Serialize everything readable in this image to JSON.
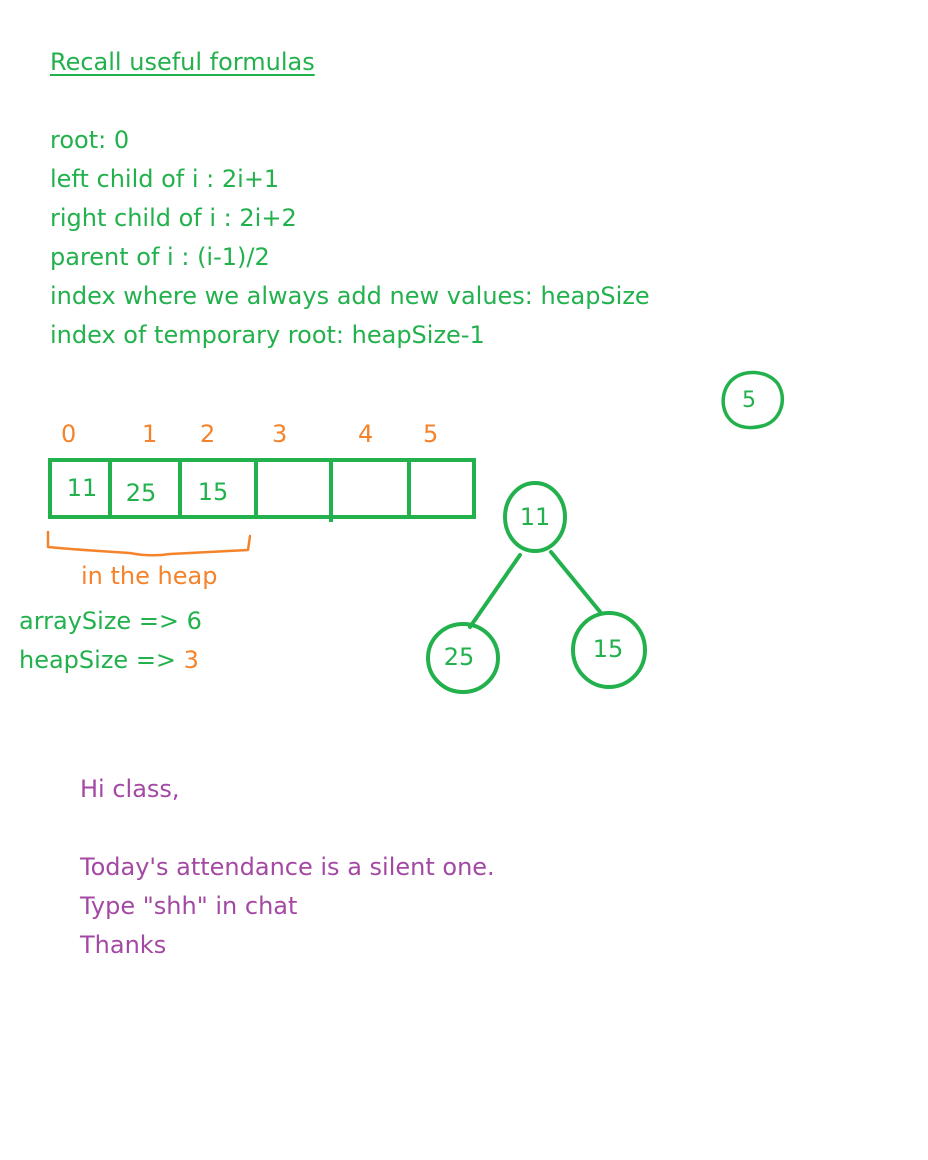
{
  "formulas": {
    "title": "Recall useful formulas",
    "lines": [
      "root: 0",
      "left child of i : 2i+1",
      "right child of i : 2i+2",
      "parent of i : (i-1)/2",
      "index where we always add new values:  heapSize",
      "index of temporary root: heapSize-1"
    ]
  },
  "array": {
    "indices": [
      "0",
      "1",
      "2",
      "3",
      "4",
      "5"
    ],
    "cells": [
      "11",
      "25",
      "15",
      "",
      "",
      ""
    ],
    "bracket_label": "in the heap"
  },
  "sizes": {
    "array_size_label": "arraySize => ",
    "array_size_value": "6",
    "heap_size_label": "heapSize => ",
    "heap_size_value": "3"
  },
  "tree": {
    "pending_node": "5",
    "root": "11",
    "left": "25",
    "right": "15"
  },
  "message": {
    "greeting": "Hi class,",
    "lines": [
      "Today's attendance is a silent one.",
      "Type \"shh\" in chat",
      "Thanks"
    ]
  },
  "colors": {
    "green": "#22b14c",
    "orange": "#f5832b",
    "purple": "#a349a4"
  }
}
